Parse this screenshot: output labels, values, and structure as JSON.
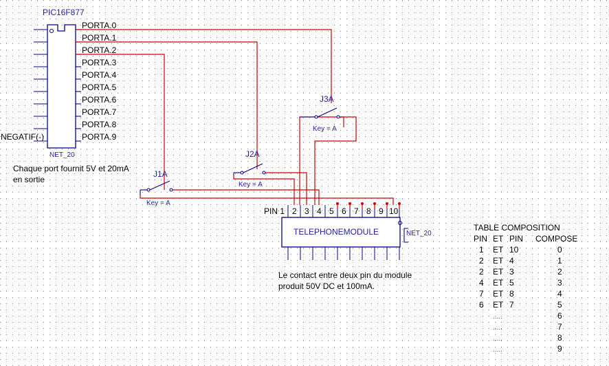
{
  "colors": {
    "wire": "#cc0000",
    "part": "#00008b",
    "grid": "#7a7a7a",
    "text": "#000000",
    "label_blue": "#1f1f9f"
  },
  "pic": {
    "title": "PIC16F877",
    "net": "NET_20",
    "negatif": "NEGATIF(-)",
    "ports": [
      "PORTA.0",
      "PORTA.1",
      "PORTA.2",
      "PORTA.3",
      "PORTA.4",
      "PORTA.5",
      "PORTA.6",
      "PORTA.7",
      "PORTA.8",
      "PORTA.9"
    ]
  },
  "note_port": {
    "line1": "Chaque port fournit 5V et 20mA",
    "line2": "en sortie"
  },
  "switches": {
    "j1": {
      "name": "J1A",
      "key": "Key = A"
    },
    "j2": {
      "name": "J2A",
      "key": "Key = A"
    },
    "j3": {
      "name": "J3A",
      "key": "Key = A"
    }
  },
  "module": {
    "title": "TELEPHONEMODULE",
    "net": "NET_20",
    "pin_label": "PIN 1",
    "pins": [
      "2",
      "3",
      "4",
      "5",
      "6",
      "7",
      "8",
      "9",
      "10"
    ]
  },
  "note_module": {
    "line1": "Le contact entre deux pin du module",
    "line2": "produit 50V DC et 100mA."
  },
  "table": {
    "title": "TABLE COMPOSITION",
    "headers": [
      "PIN",
      "ET",
      "PIN",
      "COMPOSE"
    ],
    "rows": [
      [
        "1",
        "ET",
        "10",
        "0"
      ],
      [
        "2",
        "ET",
        "4",
        "1"
      ],
      [
        "2",
        "ET",
        "3",
        "2"
      ],
      [
        "4",
        "ET",
        "5",
        "3"
      ],
      [
        "7",
        "ET",
        "8",
        "4"
      ],
      [
        "6",
        "ET",
        "7",
        "5"
      ]
    ],
    "extra_compose": [
      "6",
      "7",
      "8",
      "9"
    ],
    "filler": "....."
  }
}
